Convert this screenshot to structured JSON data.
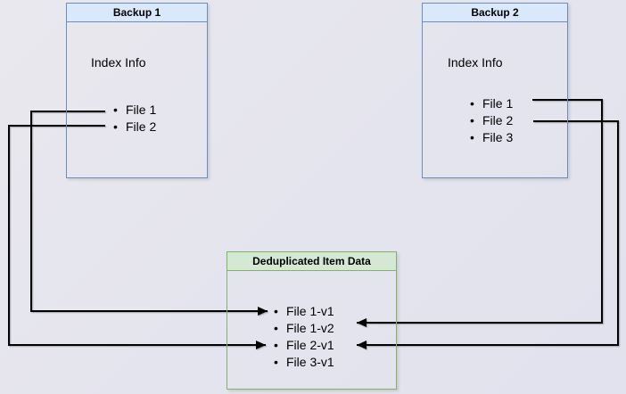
{
  "diagram": {
    "description": "Backup deduplication diagram: two backup index boxes referencing shared deduplicated item data"
  },
  "colors": {
    "canvas_background": "#e5e4ee",
    "blue_box_border": "#6c8ebf",
    "blue_box_header_fill": "#dae8fc",
    "green_box_border": "#82b366",
    "green_box_header_fill": "#d5e8d4",
    "arrow": "#000000",
    "text": "#000000"
  },
  "backup1": {
    "title": "Backup 1",
    "section_label": "Index Info",
    "items": [
      {
        "label": "File 1"
      },
      {
        "label": "File 2"
      }
    ]
  },
  "backup2": {
    "title": "Backup 2",
    "section_label": "Index Info",
    "items": [
      {
        "label": "File 1"
      },
      {
        "label": "File 2"
      },
      {
        "label": "File 3"
      }
    ]
  },
  "dedup": {
    "title": "Deduplicated Item Data",
    "items": [
      {
        "label": "File 1-v1"
      },
      {
        "label": "File 1-v2"
      },
      {
        "label": "File 2-v1"
      },
      {
        "label": "File 3-v1"
      }
    ]
  },
  "connections": [
    {
      "from": "Backup 1 / File 1",
      "to": "Deduplicated Item Data / File 1-v1"
    },
    {
      "from": "Backup 1 / File 2",
      "to": "Deduplicated Item Data / File 2-v1"
    },
    {
      "from": "Backup 2 / File 1",
      "to": "Deduplicated Item Data / File 1-v2"
    },
    {
      "from": "Backup 2 / File 2",
      "to": "Deduplicated Item Data / File 2-v1"
    }
  ]
}
